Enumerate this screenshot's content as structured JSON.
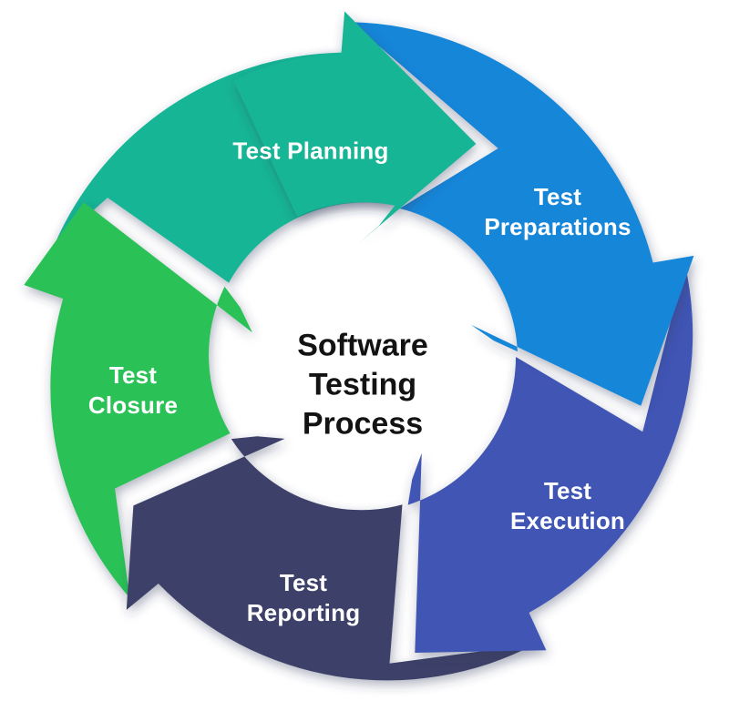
{
  "title": {
    "lines": [
      "Software",
      "Testing",
      "Process"
    ]
  },
  "steps": [
    {
      "id": "test-planning",
      "lines": [
        "Test Planning"
      ],
      "color": "#18b596"
    },
    {
      "id": "test-preparations",
      "lines": [
        "Test",
        "Preparations"
      ],
      "color": "#1786d9"
    },
    {
      "id": "test-execution",
      "lines": [
        "Test",
        "Execution"
      ],
      "color": "#4154b4"
    },
    {
      "id": "test-reporting",
      "lines": [
        "Test",
        "Reporting"
      ],
      "color": "#3d4168"
    },
    {
      "id": "test-closure",
      "lines": [
        "Test",
        "Closure"
      ],
      "color": "#2ac157"
    }
  ],
  "colors": {
    "background": "#ffffff",
    "title_text": "#131313",
    "label_text": "#ffffff",
    "shadow": "#333a5c"
  }
}
